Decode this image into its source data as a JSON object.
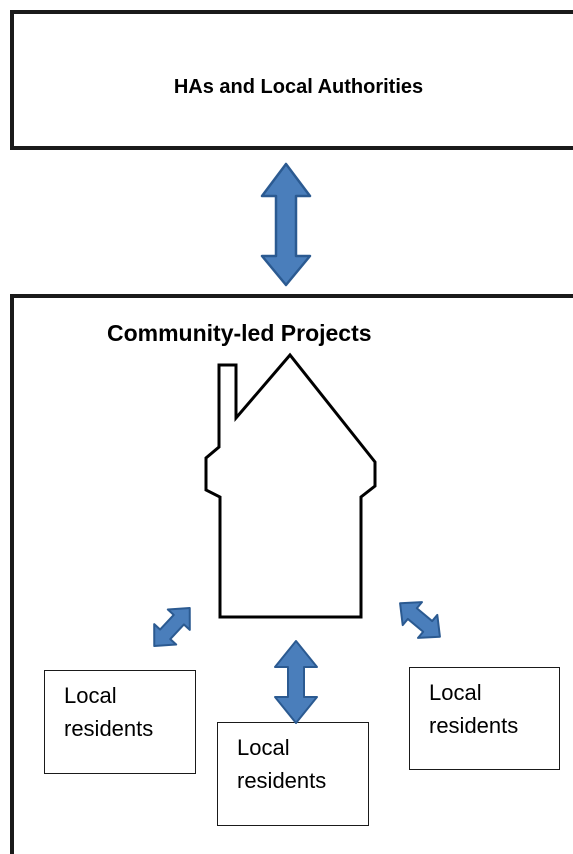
{
  "top_box": {
    "title": "HAs and Local Authorities"
  },
  "main_box": {
    "title": "Community-led Projects"
  },
  "residents": [
    {
      "line1": "Local",
      "line2": "residents"
    },
    {
      "line1": "Local",
      "line2": "residents"
    },
    {
      "line1": "Local",
      "line2": "residents"
    }
  ],
  "colors": {
    "arrow_fill": "#4a7ebb",
    "arrow_stroke": "#2b5a91",
    "border": "#1a1a1a"
  }
}
